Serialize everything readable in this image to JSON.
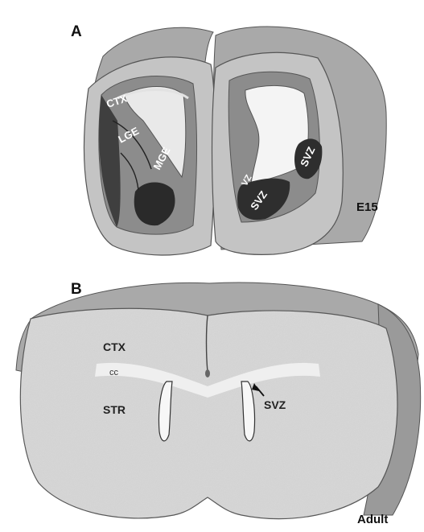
{
  "panel_a": {
    "letter": "A",
    "labels": {
      "ctx": "CTX",
      "lge": "LGE",
      "mge": "MGE",
      "vz": "VZ",
      "svz_lower": "SVZ",
      "svz_upper": "SVZ"
    },
    "stage": "E15"
  },
  "panel_b": {
    "letter": "B",
    "labels": {
      "ctx": "CTX",
      "cc": "cc",
      "str": "STR",
      "svz": "SVZ"
    },
    "stage": "Adult"
  },
  "colors": {
    "outer_gray": "#bdbdbd",
    "dorsal_gray": "#a9a9a9",
    "medium_gray": "#8c8c8c",
    "dark_gray": "#3f3f3f",
    "adult_section": "#d6d6d6",
    "white_matter": "#ececec"
  }
}
